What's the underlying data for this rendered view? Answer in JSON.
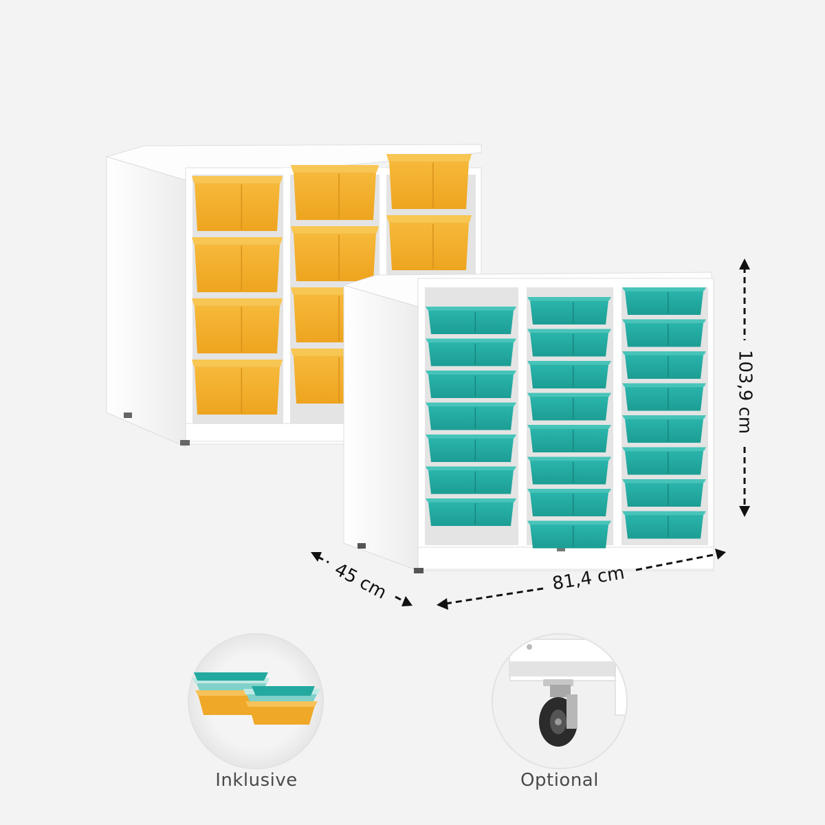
{
  "colors": {
    "background": "#f3f3f3",
    "cabinet_white": "#ffffff",
    "tray_yellow": "#f2ab25",
    "tray_teal": "#20a89f",
    "dimension_lines": "#111111"
  },
  "dimensions": {
    "height_label": "103,9 cm",
    "width_label": "81,4 cm",
    "depth_label": "45 cm"
  },
  "cabinets": [
    {
      "tray_color": "yellow",
      "columns": 3,
      "rows": 4
    },
    {
      "tray_color": "teal",
      "columns": 3,
      "rows": 8
    }
  ],
  "badges": [
    {
      "label": "Inklusive",
      "icon": "stacked-trays-icon"
    },
    {
      "label": "Optional",
      "icon": "caster-wheel-icon"
    }
  ]
}
